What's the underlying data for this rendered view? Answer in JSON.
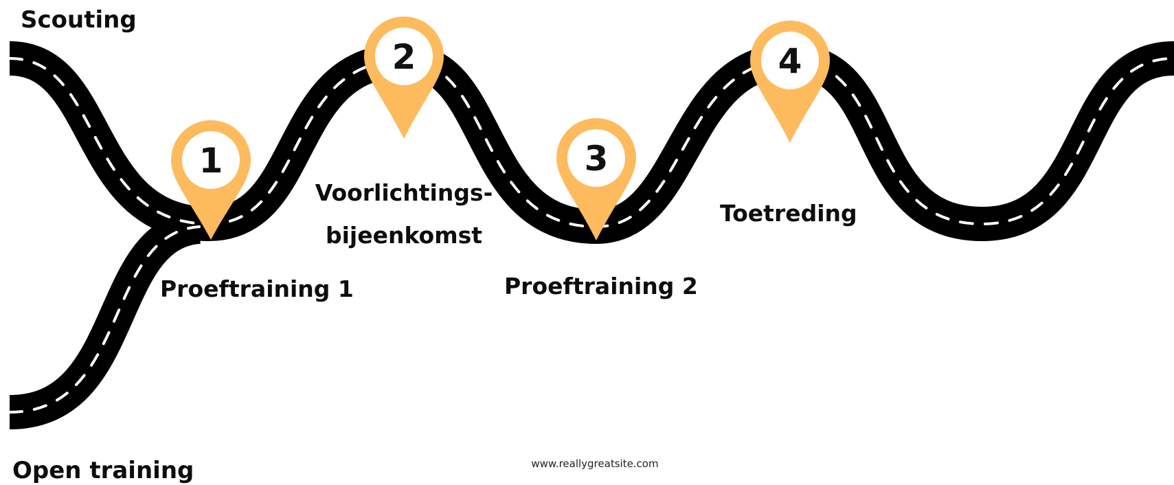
{
  "labels": {
    "scouting": "Scouting",
    "open_training": "Open training",
    "footer_url": "www.reallygreatsite.com"
  },
  "steps": [
    {
      "number": "1",
      "title_lines": [
        "Proeftraining 1"
      ]
    },
    {
      "number": "2",
      "title_lines": [
        "Voorlichtings-",
        "bijeenkomst"
      ]
    },
    {
      "number": "3",
      "title_lines": [
        "Proeftraining 2"
      ]
    },
    {
      "number": "4",
      "title_lines": [
        "Toetreding"
      ]
    }
  ],
  "colors": {
    "road": "#000000",
    "road_dash": "#ffffff",
    "pin": "#fdbb5d",
    "pin_inner": "#ffffff",
    "text": "#0d0d0d",
    "background": "#ffffff"
  },
  "icons": {
    "pin": "map-pin-icon",
    "road": "winding-road"
  }
}
